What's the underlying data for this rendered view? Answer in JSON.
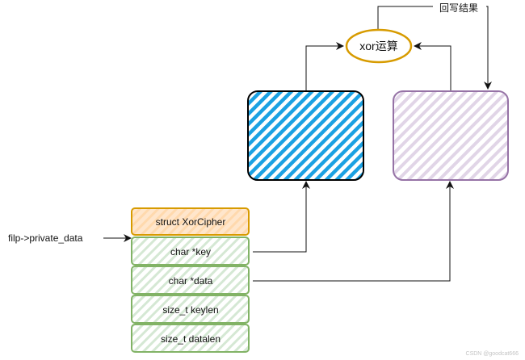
{
  "xor_node": {
    "label": "xor运算",
    "stroke_color": "#d79b00"
  },
  "writeback_label": "回写结果",
  "key_buffer": {
    "hatch_color": "#1ba1e2",
    "border_color": "#000000"
  },
  "data_buffer": {
    "hatch_color": "#e1d5e7",
    "border_color": "#9673a6"
  },
  "input_label": "filp->private_data",
  "struct": {
    "header": {
      "label": "struct XorCipher",
      "fill_color": "#ffe6cc",
      "stroke_color": "#d79b00"
    },
    "fields": [
      {
        "label": "char *key"
      },
      {
        "label": "char *data"
      },
      {
        "label": "size_t keylen"
      },
      {
        "label": "size_t datalen"
      }
    ],
    "field_hatch_color": "#d5e8d4",
    "field_stroke_color": "#82b366"
  },
  "watermark": "CSDN @goodcat666"
}
